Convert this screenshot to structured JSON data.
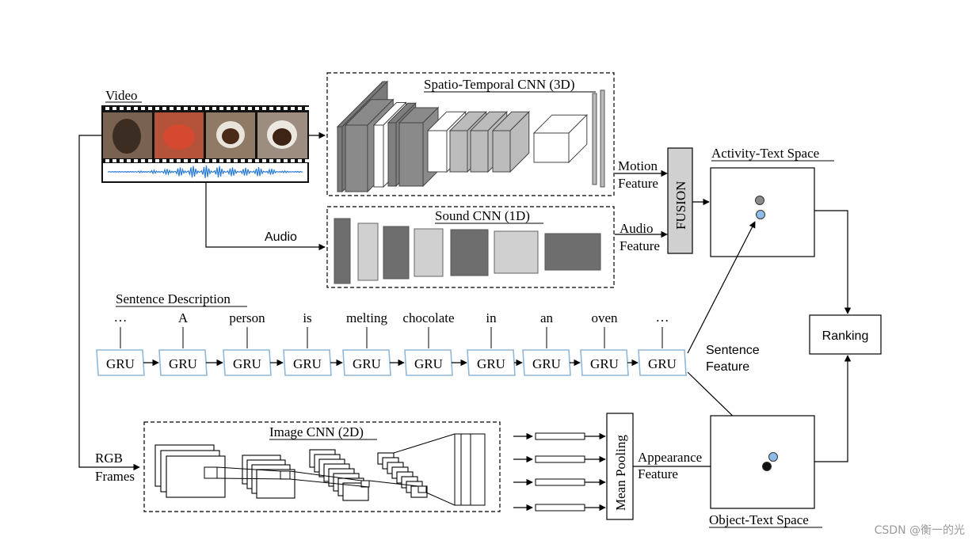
{
  "labels": {
    "video": "Video",
    "spatio_temporal": "Spatio-Temporal CNN (3D)",
    "sound_cnn": "Sound CNN (1D)",
    "audio": "Audio",
    "motion": "Motion",
    "feature": "Feature",
    "audio_feat": "Audio",
    "fusion": "FUSION",
    "activity_space": "Activity-Text Space",
    "ranking": "Ranking",
    "sentence_description": "Sentence Description",
    "sentence": "Sentence",
    "image_cnn": "Image CNN (2D)",
    "rgb": "RGB",
    "frames": "Frames",
    "mean_pooling": "Mean Pooling",
    "appearance": "Appearance",
    "object_space": "Object-Text Space",
    "gru": "GRU"
  },
  "words": [
    "…",
    "A",
    "person",
    "is",
    "melting",
    "chocolate",
    "in",
    "an",
    "oven",
    "…"
  ],
  "watermark": "CSDN @衡一的光",
  "colors": {
    "waveform": "#2a7bd4",
    "gru_border": "#8fb8d8",
    "point_blue": "#8cbce8",
    "point_gray": "#8a8a8a",
    "fusion_fill": "#d0d0d0"
  }
}
